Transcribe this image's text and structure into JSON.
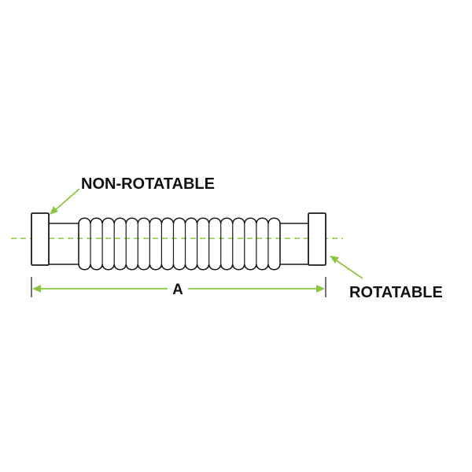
{
  "labels": {
    "non_rotatable": "NON-ROTATABLE",
    "rotatable": "ROTATABLE",
    "dimension": "A"
  },
  "corrugations": 17,
  "colors": {
    "accent": "#8cc63f",
    "line": "#1a1a1a",
    "background": "#ffffff"
  }
}
